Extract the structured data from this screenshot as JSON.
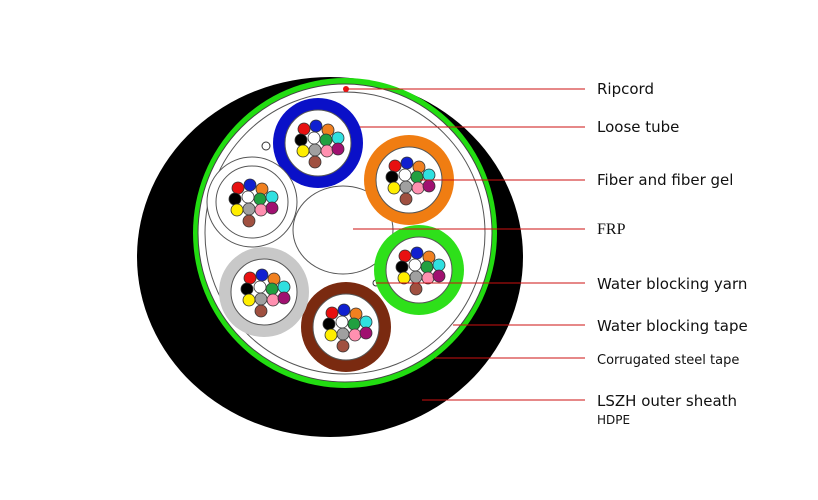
{
  "labels": {
    "ripcord": "Ripcord",
    "loose_tube": "Loose tube",
    "fiber_gel": "Fiber and fiber gel",
    "frp": "FRP",
    "water_yarn": "Water blocking yarn",
    "water_tape": "Water blocking tape",
    "steel_tape": "Corrugated steel tape",
    "outer_sheath": "LSZH outer sheath",
    "hdpe": "HDPE"
  },
  "colors": {
    "outer_sheath": "#000000",
    "steel_tape": "#22dd11",
    "leader_line": "#cc1111",
    "ripcord": "#ee1111",
    "tube_blue": "#0a10c8",
    "tube_orange": "#f07d12",
    "tube_green": "#2ee01a",
    "tube_brown": "#7a2a10",
    "tube_gray": "#c8c8c8",
    "tube_white": "#ffffff"
  },
  "fiber_colors": [
    "#e81010",
    "#1020d0",
    "#f08020",
    "#000000",
    "#ffffff",
    "#20a040",
    "#30e0e0",
    "#ffee00",
    "#a0a0a0",
    "#ff90b0",
    "#a01070",
    "#a05040"
  ]
}
